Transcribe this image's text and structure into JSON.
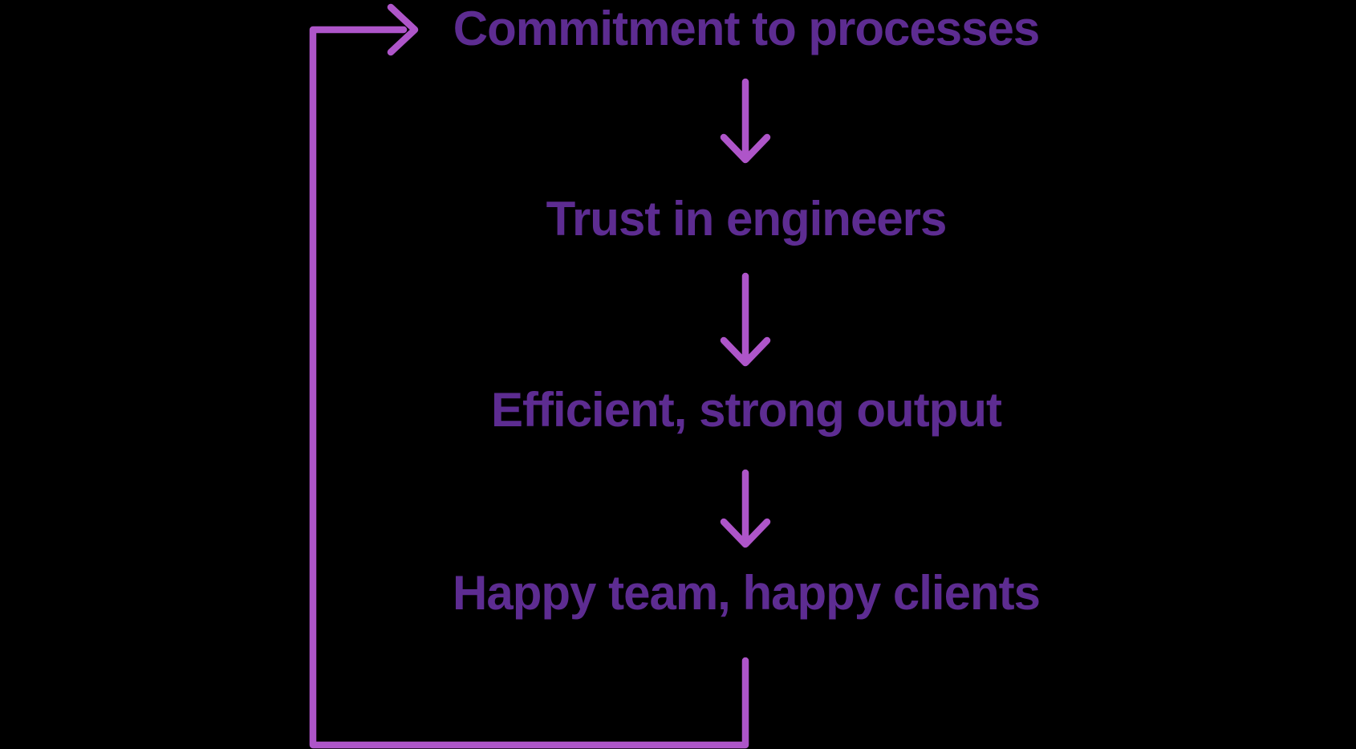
{
  "diagram": {
    "background_color": "#000000",
    "text_color": "#5D2C91",
    "arrow_color": "#AE55C9",
    "steps": [
      {
        "label": "Commitment to processes"
      },
      {
        "label": "Trust in engineers"
      },
      {
        "label": "Efficient, strong output"
      },
      {
        "label": "Happy team, happy clients"
      }
    ]
  }
}
